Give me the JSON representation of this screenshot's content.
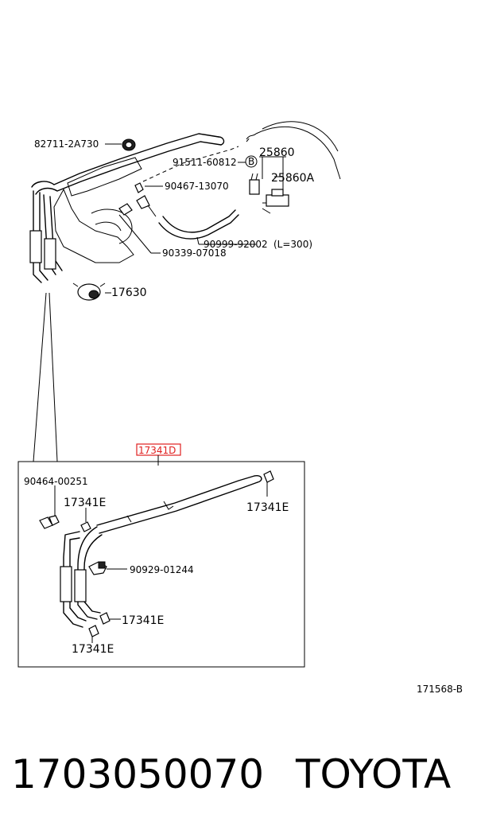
{
  "labels": {
    "p82711": "82711-2A730",
    "p91511": "91511-60812",
    "ref_b": "B",
    "p25860": "25860",
    "p25860a": "25860A",
    "p90467": "90467-13070",
    "p90999": "90999-92002",
    "len300": "(L=300)",
    "p90339": "90339-07018",
    "p17630": "17630",
    "p17341d": "17341D",
    "p90464": "90464-00251",
    "p17341e_a": "17341E",
    "p17341e_b": "17341E",
    "p90929": "90929-01244",
    "p17341e_c": "17341E",
    "p17341e_d": "17341E",
    "diagram_code": "171568-B"
  },
  "footer": {
    "part_number": "1703050070",
    "brand": "TOYOTA"
  },
  "colors": {
    "highlight": "#e02020"
  }
}
